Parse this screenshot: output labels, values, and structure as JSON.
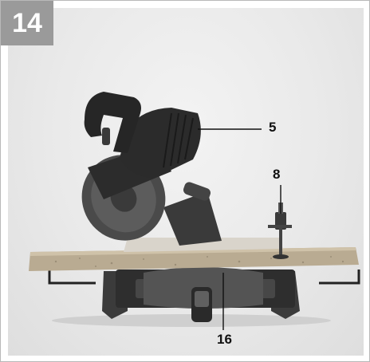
{
  "figure": {
    "number": "14",
    "callouts": {
      "motor": "5",
      "stop": "8",
      "table": "16"
    }
  },
  "colors": {
    "tab_background": "#9a9a9a",
    "tab_text": "#ffffff",
    "callout_text": "#111111"
  },
  "icons": [
    "miter-saw-illustration"
  ]
}
